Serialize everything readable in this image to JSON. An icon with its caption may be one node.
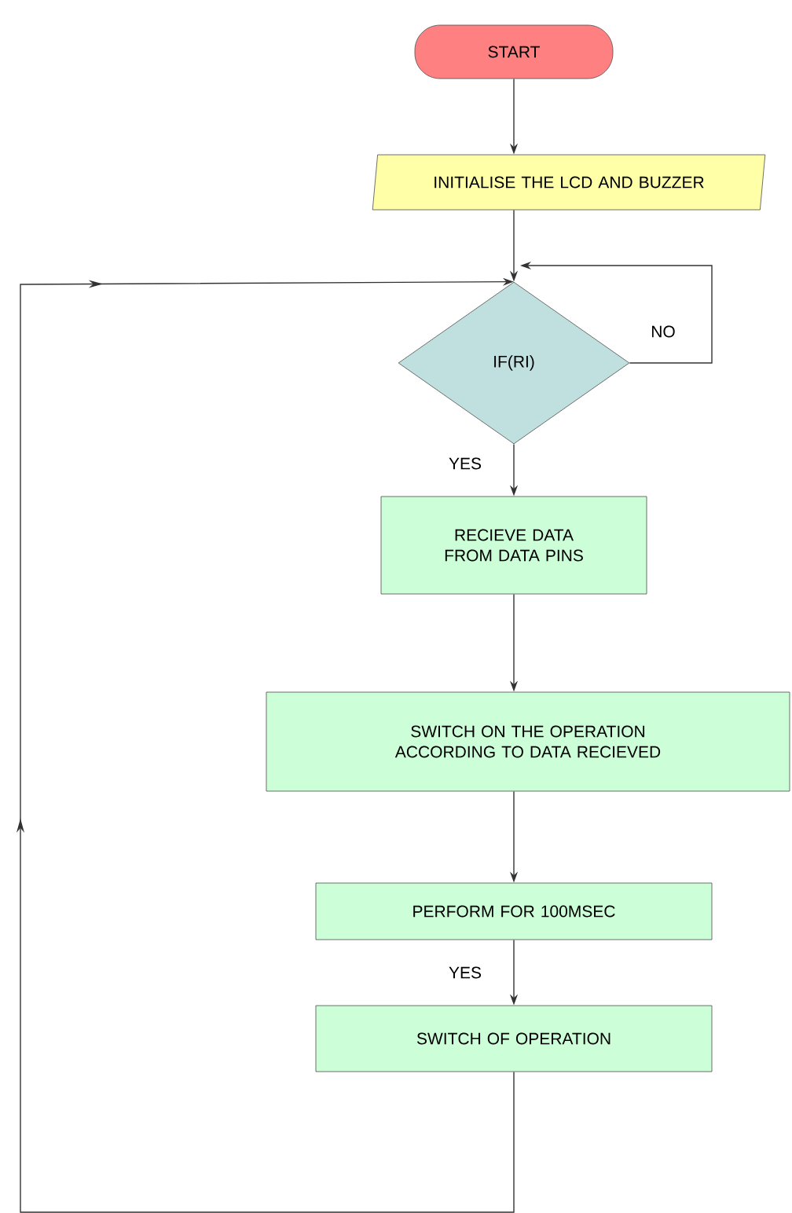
{
  "diagram": {
    "nodes": [
      {
        "text": [
          "START"
        ]
      },
      {
        "text": [
          "INITIALISE THE LCD AND BUZZER"
        ]
      },
      {
        "text": [
          "IF(RI)"
        ]
      },
      {
        "text": [
          "RECIEVE DATA FROM DATA PINS"
        ]
      },
      {
        "text": [
          "SWITCH ON THE OPERATION ACCORDING TO DATA RECIEVED"
        ]
      },
      {
        "text": [
          "PERFORM FOR 100MSEC"
        ]
      },
      {
        "text": [
          "SWITCH OF OPERATION"
        ]
      }
    ],
    "edges": [
      {
        "from": 0,
        "to": 1,
        "arrow": "to"
      },
      {
        "from": 1,
        "to": 2,
        "arrow": "to"
      },
      {
        "from": 2,
        "to": 2,
        "arrow": "to",
        "label": "NO"
      },
      {
        "from": 2,
        "to": 3,
        "arrow": "to",
        "label": "YES"
      },
      {
        "from": 3,
        "to": 4,
        "arrow": "to"
      },
      {
        "from": 4,
        "to": 5,
        "arrow": "to"
      },
      {
        "from": 5,
        "to": 6,
        "arrow": "to",
        "label": "YES"
      },
      {
        "from": 6,
        "to": 2,
        "arrow": "to"
      }
    ]
  }
}
